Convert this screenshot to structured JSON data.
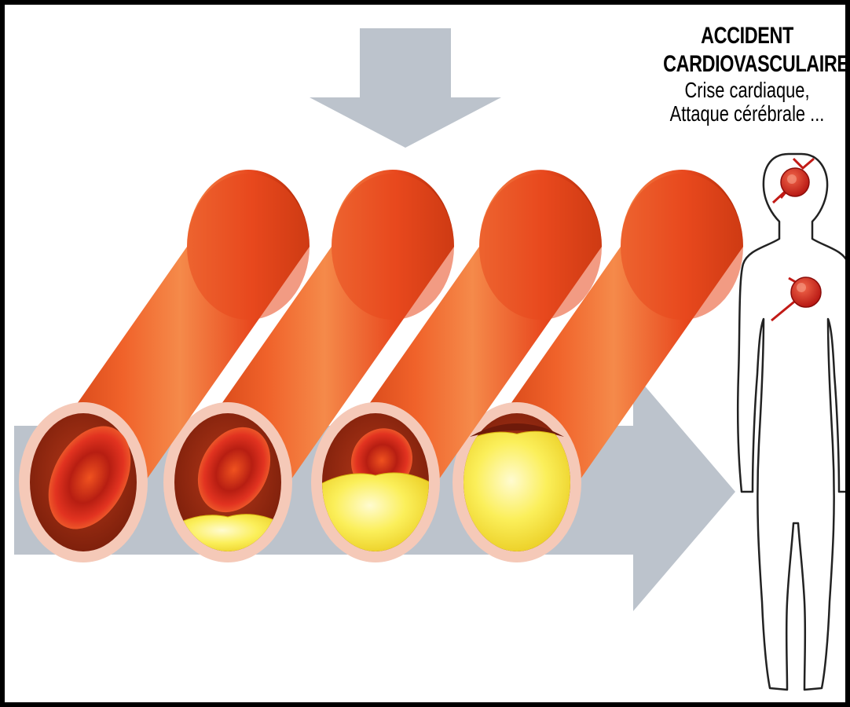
{
  "caption": {
    "title_line1": "ACCIDENT",
    "title_line2": "CARDIOVASCULAIRE",
    "subtitle_line1": "Crise cardiaque,",
    "subtitle_line2": "Attaque cérébrale ..."
  },
  "stages": [
    {
      "plaque_fraction": 0.0
    },
    {
      "plaque_fraction": 0.25
    },
    {
      "plaque_fraction": 0.55
    },
    {
      "plaque_fraction": 0.85
    }
  ],
  "colors": {
    "artery_outer": "#e8481e",
    "artery_shadow": "#c2330c",
    "artery_highlight": "#f58a4a",
    "wall_ring": "#f5c9b8",
    "lumen": "#c8391a",
    "blood_cell": "#e2261d",
    "plaque": "#f6e32e",
    "arrow": "#bcc3cc",
    "marker": "#d2201c"
  },
  "icons": [
    "down-arrow-icon",
    "right-arrow-icon",
    "human-body-icon",
    "brain-stroke-marker-icon",
    "heart-attack-marker-icon"
  ]
}
